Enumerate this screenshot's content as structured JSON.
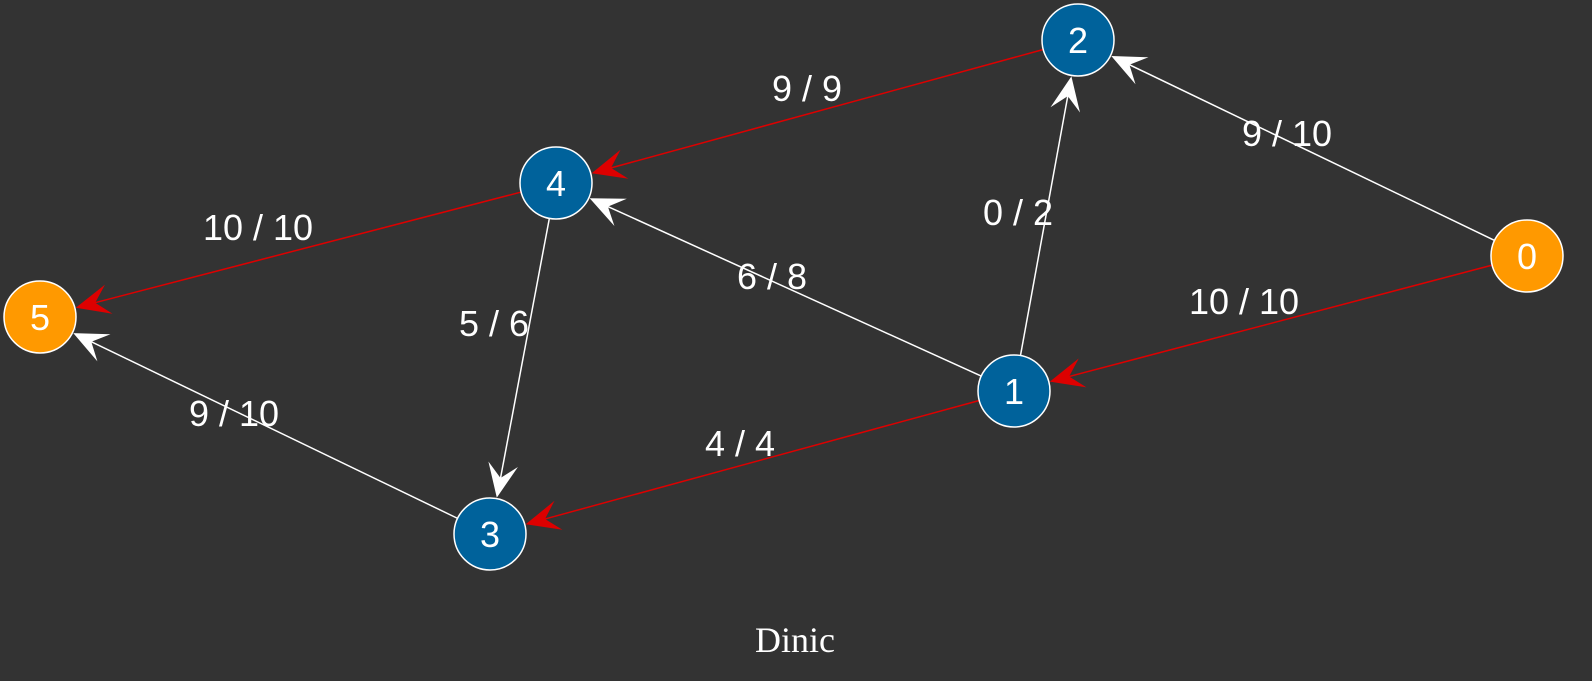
{
  "graph": {
    "nodes": [
      {
        "id": "0",
        "label": "0",
        "role": "source"
      },
      {
        "id": "1",
        "label": "1",
        "role": "internal"
      },
      {
        "id": "2",
        "label": "2",
        "role": "internal"
      },
      {
        "id": "3",
        "label": "3",
        "role": "internal"
      },
      {
        "id": "4",
        "label": "4",
        "role": "internal"
      },
      {
        "id": "5",
        "label": "5",
        "role": "sink"
      }
    ],
    "edges": [
      {
        "from": "0",
        "to": "2",
        "label": "9 / 10",
        "saturated": false
      },
      {
        "from": "0",
        "to": "1",
        "label": "10 / 10",
        "saturated": true
      },
      {
        "from": "1",
        "to": "2",
        "label": "0 / 2",
        "saturated": false
      },
      {
        "from": "1",
        "to": "4",
        "label": "6 / 8",
        "saturated": false
      },
      {
        "from": "1",
        "to": "3",
        "label": "4 / 4",
        "saturated": true
      },
      {
        "from": "2",
        "to": "4",
        "label": "9 / 9",
        "saturated": true
      },
      {
        "from": "4",
        "to": "5",
        "label": "10 / 10",
        "saturated": true
      },
      {
        "from": "4",
        "to": "3",
        "label": "5 / 6",
        "saturated": false
      },
      {
        "from": "3",
        "to": "5",
        "label": "9 / 10",
        "saturated": false
      }
    ],
    "caption": "Dinic"
  },
  "colors": {
    "background": "#333333",
    "internal_node": "#00629B",
    "terminal_node": "#FF9900",
    "saturated_edge": "#DD0000",
    "normal_edge": "#FFFFFF",
    "text": "#FFFFFF"
  }
}
